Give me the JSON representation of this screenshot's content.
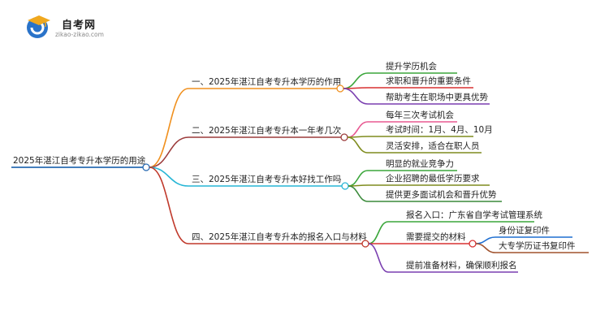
{
  "logo": {
    "name": "自考网",
    "domain": "zikao-zikao.com"
  },
  "colors": {
    "root": "#2a6bb3",
    "branch1": "#f0901e",
    "branch2": "#9c3b3b",
    "branch3": "#27b6d6",
    "branch4": "#c0392b",
    "leaf_green": "#3aa63a",
    "leaf_red": "#d83030",
    "leaf_purple": "#7a3fb0",
    "leaf_pink": "#e85a92",
    "leaf_olive": "#7f8c1e",
    "leaf_blue": "#1f6fd1",
    "leaf_brown": "#a0522d",
    "leaf_darkgreen": "#3a8a3a"
  },
  "root": {
    "label": "2025年湛江自考专升本学历的用途"
  },
  "branches": [
    {
      "label": "一、2025年湛江自考专升本学历的作用",
      "children": [
        {
          "label": "提升学历机会"
        },
        {
          "label": "求职和晋升的重要条件"
        },
        {
          "label": "帮助考生在职场中更具优势"
        }
      ]
    },
    {
      "label": "二、2025年湛江自考专升本一年考几次",
      "children": [
        {
          "label": "每年三次考试机会"
        },
        {
          "label": "考试时间：1月、4月、10月"
        },
        {
          "label": "灵活安排，适合在职人员"
        }
      ]
    },
    {
      "label": "三、2025年湛江自考专升本好找工作吗",
      "children": [
        {
          "label": "明显的就业竞争力"
        },
        {
          "label": "企业招聘的最低学历要求"
        },
        {
          "label": "提供更多面试机会和晋升优势"
        }
      ]
    },
    {
      "label": "四、2025年湛江自考专升本的报名入口与材料",
      "children": [
        {
          "label": "报名入口：广东省自学考试管理系统"
        },
        {
          "label": "需要提交的材料",
          "children": [
            {
              "label": "身份证复印件"
            },
            {
              "label": "大专学历证书复印件"
            }
          ]
        },
        {
          "label": "提前准备材料，确保顺利报名"
        }
      ]
    }
  ]
}
